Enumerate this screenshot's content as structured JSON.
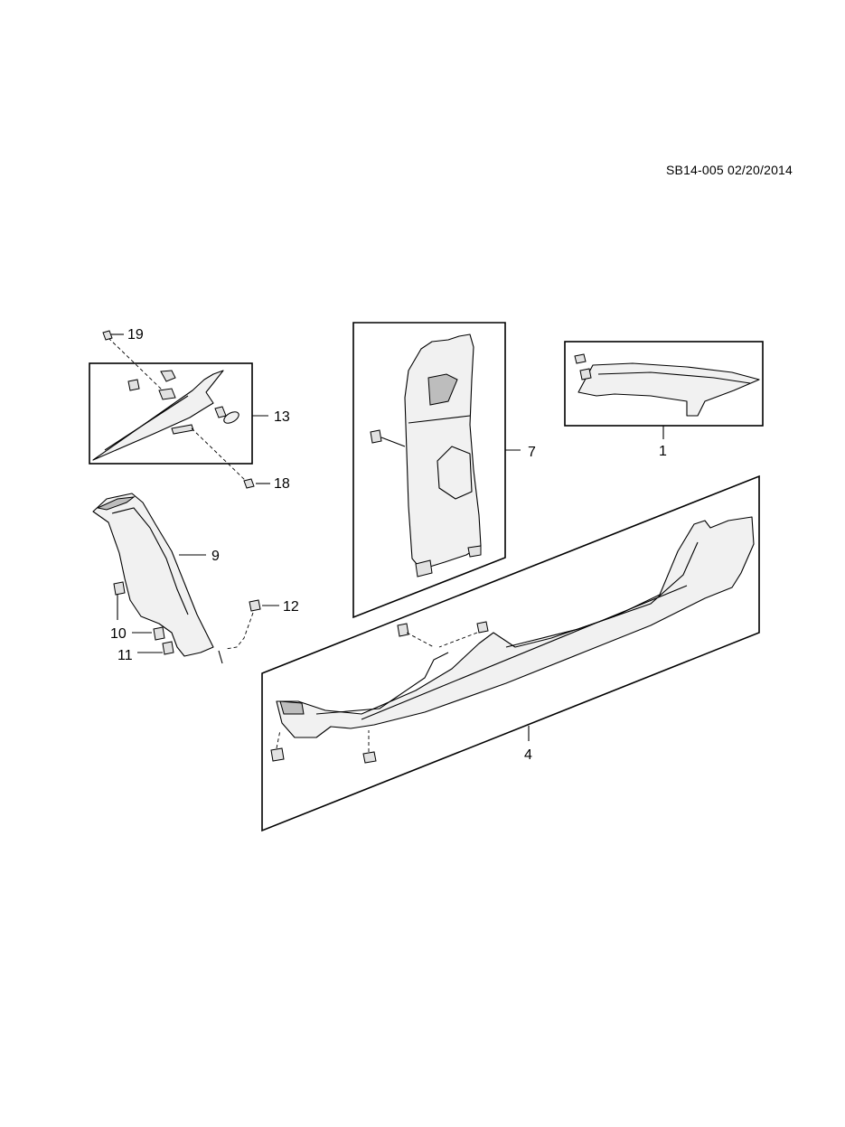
{
  "header": {
    "doc_id": "SB14-005 02/20/2014"
  },
  "callouts": {
    "c1": "1",
    "c4": "4",
    "c7": "7",
    "c9": "9",
    "c10": "10",
    "c11": "11",
    "c12": "12",
    "c13": "13",
    "c18": "18",
    "c19": "19"
  }
}
